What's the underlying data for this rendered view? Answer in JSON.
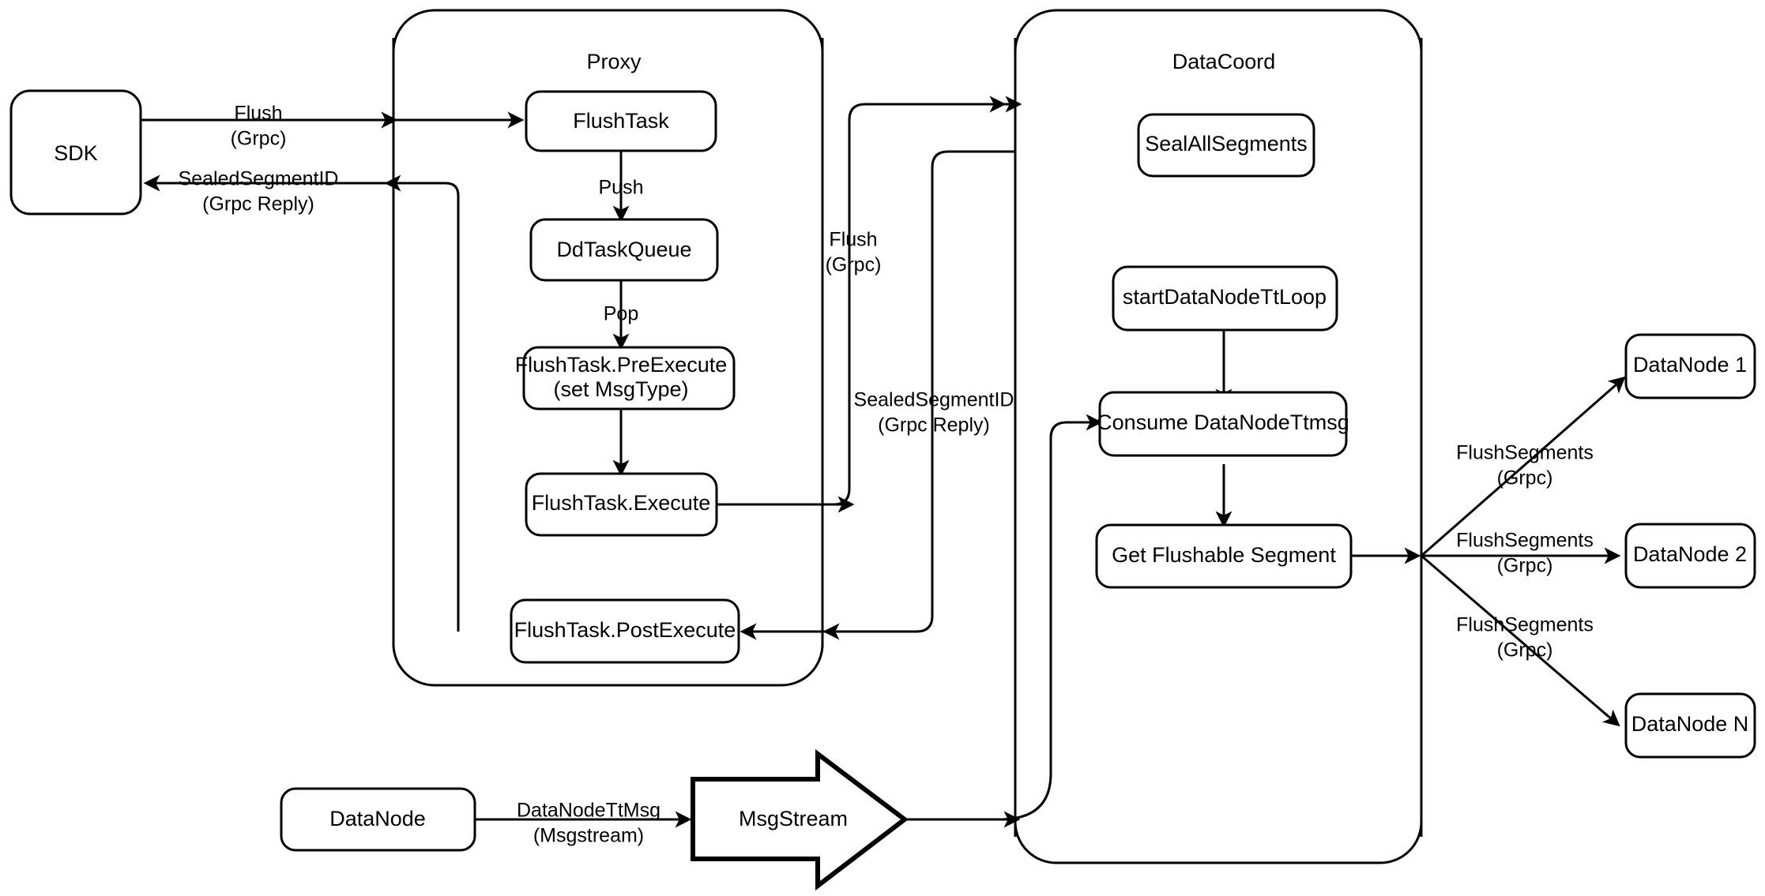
{
  "diagram": {
    "title": "Milvus Flush Sequence Architecture",
    "background_color": "#ffffff",
    "stroke_color": "#000000"
  },
  "containers": [
    {
      "id": "proxy",
      "label": "Proxy"
    },
    {
      "id": "datacoord",
      "label": "DataCoord"
    }
  ],
  "nodes": {
    "sdk": {
      "label": "SDK"
    },
    "flush_task": {
      "label": "FlushTask"
    },
    "dd_task_queue": {
      "label": "DdTaskQueue"
    },
    "pre_execute_line1": {
      "label": "FlushTask.PreExecute"
    },
    "pre_execute_line2": {
      "label": "(set MsgType)"
    },
    "execute": {
      "label": "FlushTask.Execute"
    },
    "post_execute": {
      "label": "FlushTask.PostExecute"
    },
    "seal_all_segments": {
      "label": "SealAllSegments"
    },
    "start_datanode_tt_loop": {
      "label": "startDataNodeTtLoop"
    },
    "consume_datanode_ttmsg": {
      "label": "Consume DataNodeTtmsg"
    },
    "get_flushable_segment": {
      "label": "Get Flushable Segment"
    },
    "datanode": {
      "label": "DataNode"
    },
    "msgstream": {
      "label": "MsgStream"
    },
    "datanode_1": {
      "label": "DataNode 1"
    },
    "datanode_2": {
      "label": "DataNode 2"
    },
    "datanode_n": {
      "label": "DataNode N"
    }
  },
  "edge_labels": {
    "sdk_to_proxy_l1": "Flush",
    "sdk_to_proxy_l2": "(Grpc)",
    "proxy_to_sdk_l1": "SealedSegmentID",
    "proxy_to_sdk_l2": "(Grpc Reply)",
    "push": "Push",
    "pop": "Pop",
    "proxy_to_coord_l1": "Flush",
    "proxy_to_coord_l2": "(Grpc)",
    "coord_to_proxy_l1": "SealedSegmentID",
    "coord_to_proxy_l2": "(Grpc Reply)",
    "datanode_tt_l1": "DataNodeTtMsg",
    "datanode_tt_l2": "(Msgstream)",
    "flush_seg_1_l1": "FlushSegments",
    "flush_seg_1_l2": "(Grpc)",
    "flush_seg_2_l1": "FlushSegments",
    "flush_seg_2_l2": "(Grpc)",
    "flush_seg_n_l1": "FlushSegments",
    "flush_seg_n_l2": "(Grpc)"
  }
}
